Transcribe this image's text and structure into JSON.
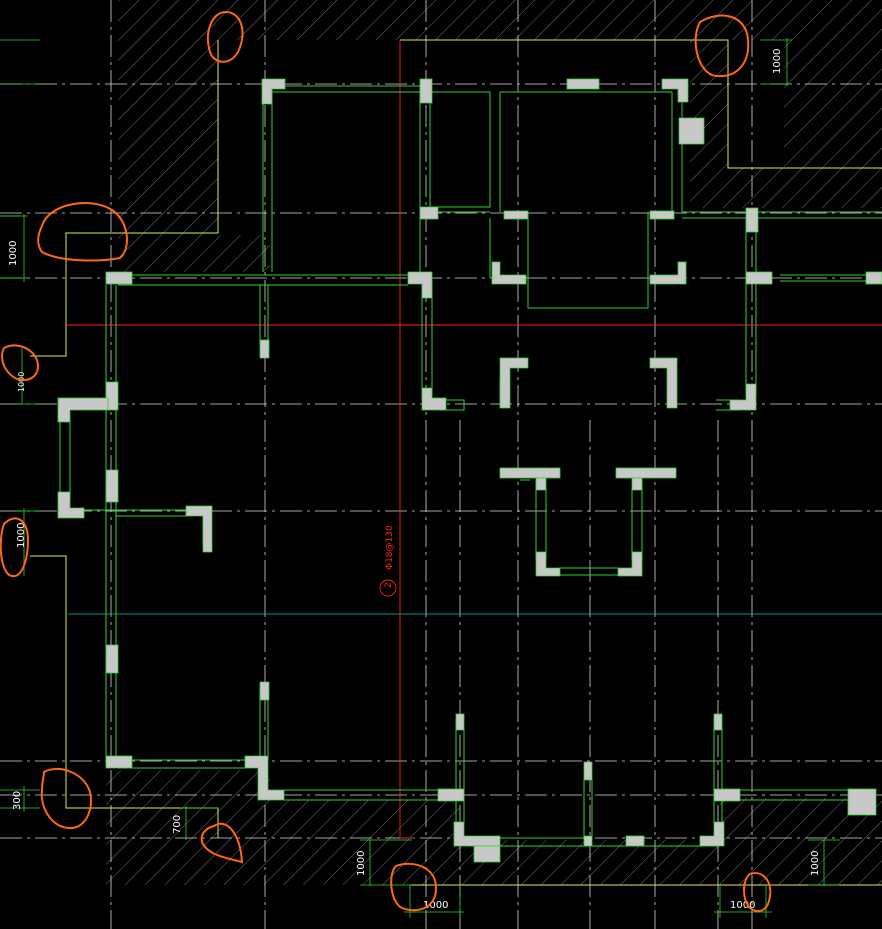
{
  "drawing": {
    "colors": {
      "background": "#000000",
      "wall": "#2fd42f",
      "column": "#c8c8c8",
      "axis": "#d8d8d8",
      "slab_edge": "#e6e65a",
      "rebar": "#ff2020",
      "hatch": "#9a9a9a",
      "markup": "#ff6a10",
      "cyan_line": "#1fb3b3"
    },
    "dimensions": {
      "top_right": "1000",
      "left_top": "1000",
      "left_mid": "1000",
      "left_lower": "1000",
      "left_bottom": "300",
      "bottom_small": "700",
      "bottom_vertical_left": "1000",
      "bottom_vertical_right": "1000",
      "bottom_horizontal_left": "1000",
      "bottom_horizontal_right": "1000"
    },
    "rebar_label": {
      "bubble": "2",
      "text": "Φ18@130"
    }
  }
}
